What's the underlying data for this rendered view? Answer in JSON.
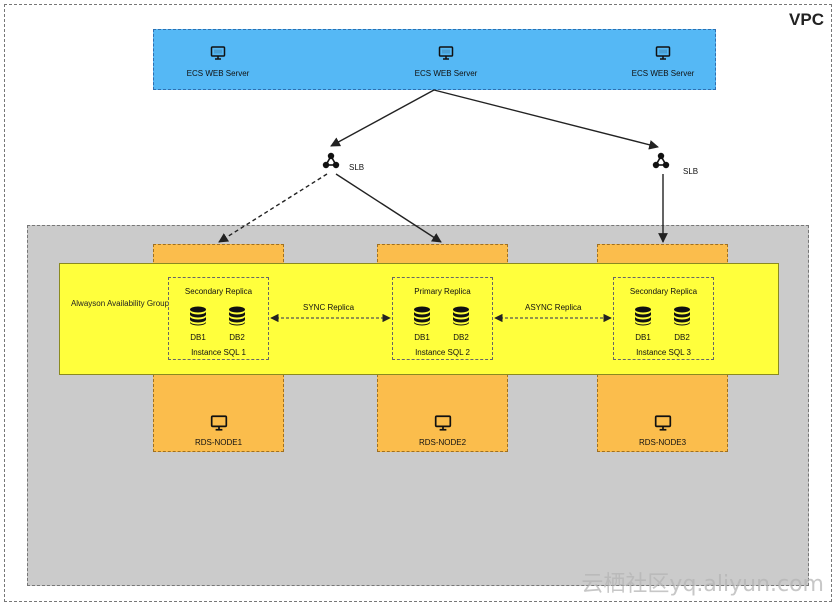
{
  "vpc_label": "VPC",
  "ecs_servers": [
    "ECS WEB Server",
    "ECS WEB Server",
    "ECS WEB Server"
  ],
  "slb_labels": [
    "SLB",
    "SLB"
  ],
  "availability_group_label": "Alwayson Availability Group",
  "instances": [
    {
      "role": "Secondary Replica",
      "db1": "DB1",
      "db2": "DB2",
      "name": "Instance SQL 1"
    },
    {
      "role": "Primary Replica",
      "db1": "DB1",
      "db2": "DB2",
      "name": "Instance SQL 2"
    },
    {
      "role": "Secondary Replica",
      "db1": "DB1",
      "db2": "DB2",
      "name": "Instance SQL 3"
    }
  ],
  "replication": {
    "sync": "SYNC Replica",
    "async": "ASYNC Replica"
  },
  "nodes": [
    "RDS-NODE1",
    "RDS-NODE2",
    "RDS-NODE3"
  ],
  "watermark": "云栖社区yq.aliyun.com",
  "icons": {
    "server": "monitor-icon",
    "slb": "load-balancer-icon",
    "db": "database-icon"
  },
  "colors": {
    "ecs_band": "#55b8f5",
    "availability_group": "#ffff3c",
    "node": "#fbbd4c",
    "area": "#cbcbcb"
  }
}
